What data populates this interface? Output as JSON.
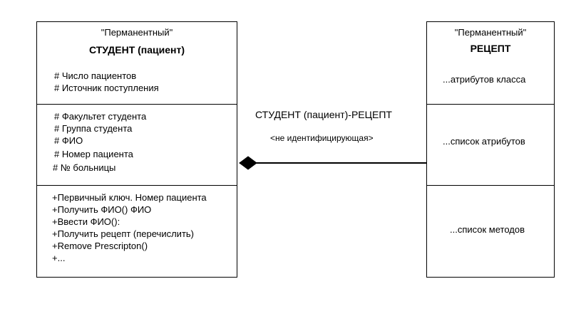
{
  "student_class": {
    "stereotype": "\"Перманентный\"",
    "name": "СТУДЕНТ (пациент)",
    "class_attributes": [
      "# Число пациентов",
      "# Источник поступления"
    ],
    "attributes": [
      "# Факультет студента",
      "# Группа студента",
      "# ФИО",
      "# Номер пациента",
      "# № больницы"
    ],
    "methods": [
      "+Первичный ключ. Номер пациента",
      "+Получить ФИО() ФИО",
      "+Ввести ФИО():",
      "+Получить рецепт (перечислить)",
      "+Remove Prescripton()",
      "+..."
    ]
  },
  "prescription_class": {
    "stereotype": "\"Перманентный\"",
    "name": "РЕЦЕПТ",
    "class_attributes_placeholder": "...атрибутов класса",
    "attributes_placeholder": "...список атрибутов",
    "methods_placeholder": "...список методов"
  },
  "relationship": {
    "name": "СТУДЕНТ (пациент)-РЕЦЕПТ",
    "type_label": "<не идентифицирующая>",
    "kind": "composition"
  }
}
